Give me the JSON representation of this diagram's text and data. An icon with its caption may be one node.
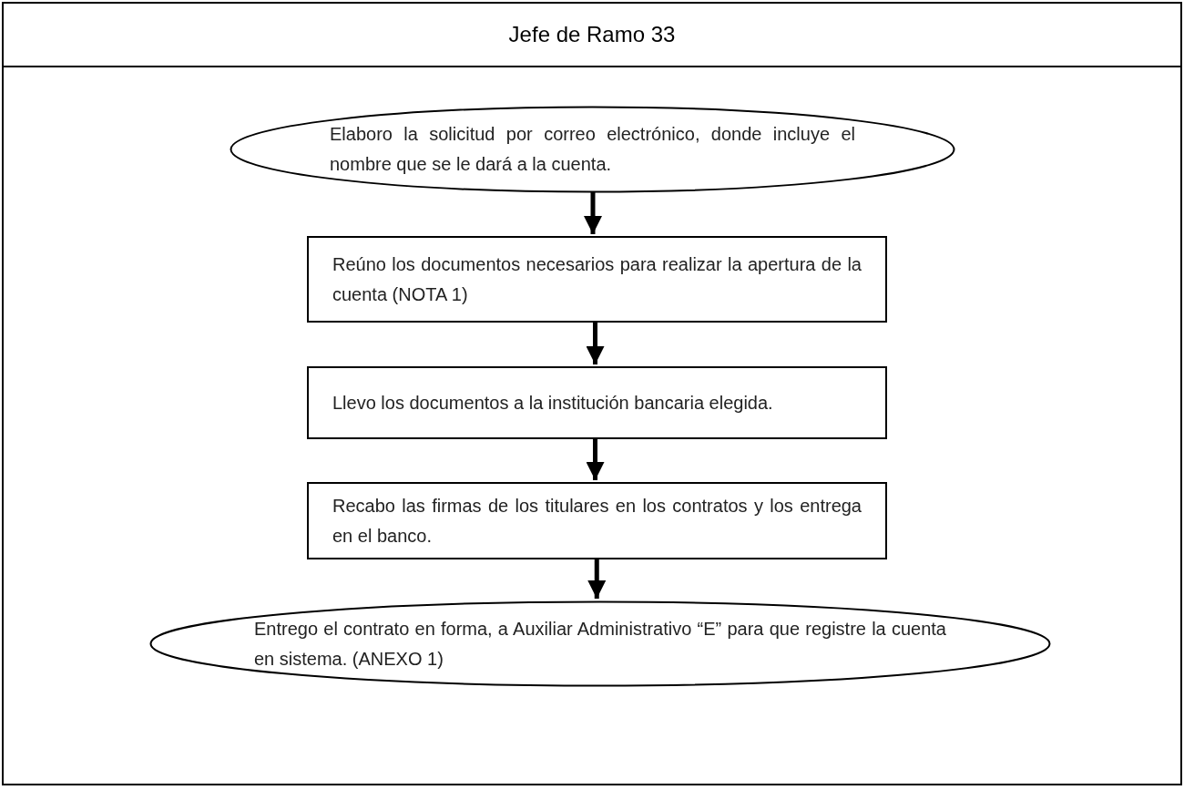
{
  "diagram": {
    "nodes": [
      {
        "text": [
          "Jefe de Ramo 33"
        ]
      },
      {
        "text": [
          "Elaboro la solicitud por correo electrónico, donde incluye el nombre que se le dará a la cuenta."
        ],
        "in": 0
      },
      {
        "text": [
          "Reúno los documentos necesarios para realizar la apertura de la cuenta (NOTA 1)"
        ],
        "in": 0
      },
      {
        "text": [
          "Llevo los documentos a la institución bancaria elegida."
        ],
        "in": 0
      },
      {
        "text": [
          "Recabo las firmas de los titulares en los contratos y los entrega en el banco."
        ],
        "in": 0
      },
      {
        "text": [
          "Entrego el contrato en forma, a Auxiliar Administrativo “E” para que registre la cuenta en sistema. (ANEXO 1)"
        ],
        "in": 0
      }
    ],
    "edges": [
      {
        "from": 1,
        "to": 2,
        "arrow": "to"
      },
      {
        "from": 2,
        "to": 3,
        "arrow": "to"
      },
      {
        "from": 3,
        "to": 4,
        "arrow": "to"
      },
      {
        "from": 4,
        "to": 5,
        "arrow": "to"
      }
    ]
  }
}
